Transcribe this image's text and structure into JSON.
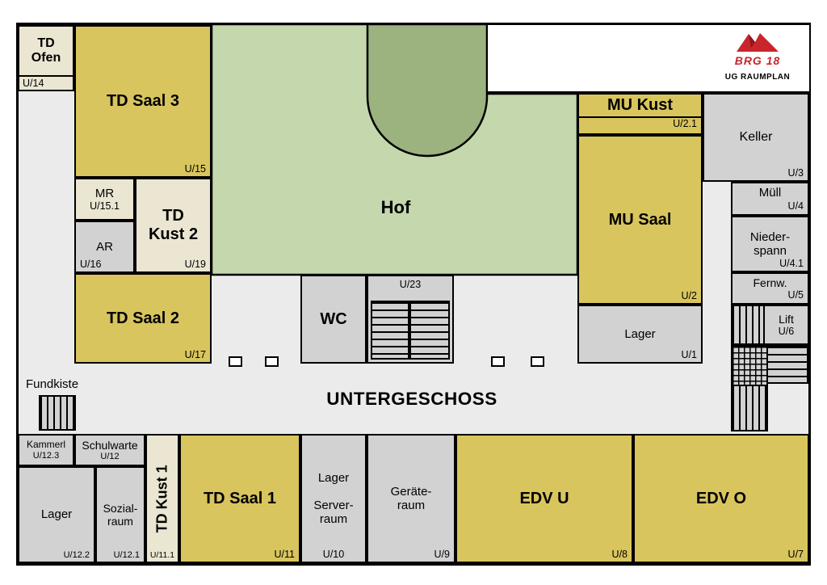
{
  "title": "UNTERGESCHOSS",
  "logo": {
    "brand": "BRG 18",
    "subtitle": "UG RAUMPLAN"
  },
  "courtyard": {
    "name": "Hof"
  },
  "rooms": {
    "td_ofen": {
      "name": "TD\nOfen",
      "number": "U/14"
    },
    "td_saal_3": {
      "name": "TD Saal 3",
      "number": "U/15"
    },
    "mr": {
      "name": "MR",
      "number": "U/15.1"
    },
    "ar": {
      "name": "AR",
      "number": "U/16"
    },
    "td_kust_2": {
      "name": "TD\nKust 2",
      "number": "U/19"
    },
    "td_saal_2": {
      "name": "TD Saal 2",
      "number": "U/17"
    },
    "wc": {
      "name": "WC"
    },
    "stairs_u23": {
      "number": "U/23"
    },
    "mu_kust": {
      "name": "MU Kust",
      "number": "U/2.1"
    },
    "keller": {
      "name": "Keller",
      "number": "U/3"
    },
    "mu_saal": {
      "name": "MU Saal",
      "number": "U/2"
    },
    "muell": {
      "name": "Müll",
      "number": "U/4"
    },
    "niederspann": {
      "name": "Nieder-\nspann",
      "number": "U/4.1"
    },
    "fernw": {
      "name": "Fernw.",
      "number": "U/5"
    },
    "lift": {
      "name": "Lift",
      "number": "U/6"
    },
    "lager_u1": {
      "name": "Lager",
      "number": "U/1"
    },
    "fundkiste": {
      "label": "Fundkiste"
    },
    "kammerl": {
      "name": "Kammerl",
      "number": "U/12.3"
    },
    "schulwarte": {
      "name": "Schulwarte",
      "number": "U/12"
    },
    "lager_u12_2": {
      "name": "Lager",
      "number": "U/12.2"
    },
    "sozialraum": {
      "name": "Sozial-\nraum",
      "number": "U/12.1"
    },
    "td_kust_1": {
      "name": "TD Kust 1",
      "number": "U/11.1"
    },
    "td_saal_1": {
      "name": "TD Saal 1",
      "number": "U/11"
    },
    "serverraum": {
      "name": "Lager\n\nServer-\nraum",
      "number": "U/10"
    },
    "geraeteraum": {
      "name": "Geräte-\nraum",
      "number": "U/9"
    },
    "edv_u": {
      "name": "EDV U",
      "number": "U/8"
    },
    "edv_o": {
      "name": "EDV O",
      "number": "U/7"
    }
  },
  "colors": {
    "room_yellow": "#d9c55e",
    "room_gray": "#d2d2d2",
    "room_beige": "#eae6d2",
    "courtyard_light": "#c5d7ad",
    "courtyard_dark": "#9cb27f",
    "floor_background": "#ebebeb",
    "logo_red": "#c9252c"
  }
}
